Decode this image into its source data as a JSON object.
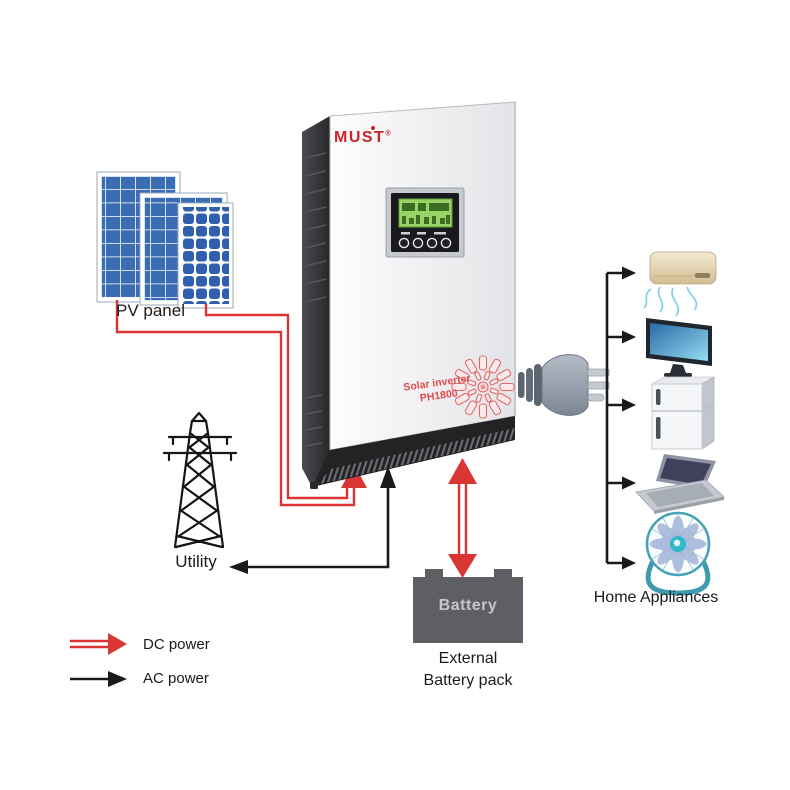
{
  "labels": {
    "pv_panel": "PV panel",
    "utility": "Utility",
    "external_battery_line1": "External",
    "external_battery_line2": "Battery pack"
  },
  "inverter": {
    "brand": "MUST",
    "brand_reg": "®",
    "product_line1": "Solar inverter",
    "product_line2": "PH1800"
  },
  "battery": {
    "label": "Battery"
  },
  "appliances": {
    "caption": "Home Appliances",
    "items": [
      "air-conditioner",
      "tv",
      "refrigerator",
      "laptop",
      "desk-fan"
    ]
  },
  "legend": {
    "dc": {
      "label": "DC power",
      "color": "#d93535",
      "line_style": "double"
    },
    "ac": {
      "label": "AC power",
      "color": "#1a1a1a",
      "line_style": "single"
    }
  },
  "icons": {
    "sun": "sun-burst-icon",
    "plug": "power-plug-icon",
    "tower": "utility-tower-icon",
    "panels": "pv-panel-icon"
  },
  "colors": {
    "dc_power": "#d93535",
    "ac_power": "#1a1a1a",
    "pv_cell_blue": "#3a6cb4",
    "brand_red": "#cb2329",
    "lcd_green": "#97d465",
    "battery_gray": "#5d5f63"
  }
}
